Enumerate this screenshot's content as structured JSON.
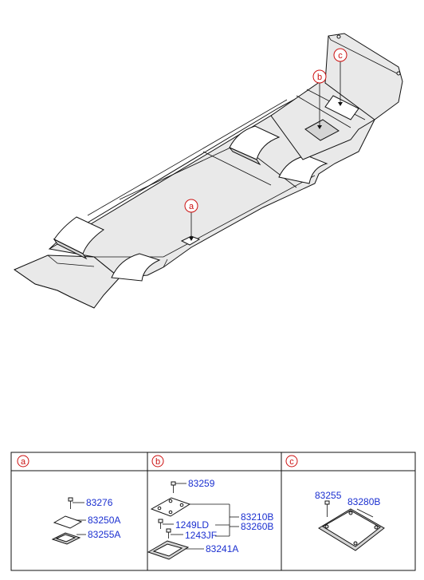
{
  "callouts": {
    "a": "a",
    "b": "b",
    "c": "c"
  },
  "panels": {
    "a": {
      "letter": "a",
      "parts": [
        "83276",
        "83250A",
        "83255A"
      ]
    },
    "b": {
      "letter": "b",
      "parts": [
        "83259",
        "83210B",
        "83260B",
        "1249LD",
        "1243JF",
        "83241A"
      ]
    },
    "c": {
      "letter": "c",
      "parts": [
        "83255",
        "83280B"
      ]
    }
  },
  "colors": {
    "callout": "#cc1010",
    "part_number": "#1a2fd0",
    "line": "#111111"
  }
}
